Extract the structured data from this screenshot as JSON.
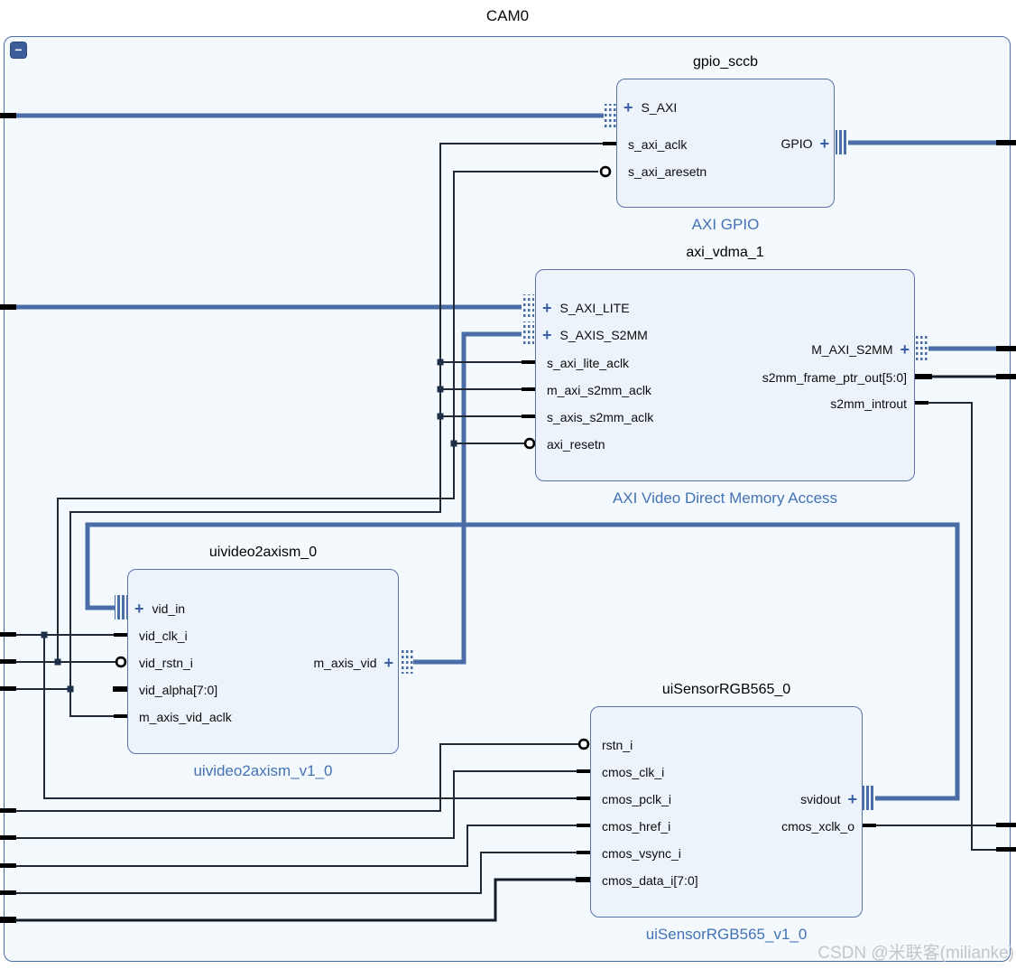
{
  "page": {
    "title": "CAM0",
    "watermark": "CSDN @米联客(milianke)"
  },
  "icons": {
    "expand": "+",
    "collapse": "−"
  },
  "colors": {
    "interface_wire": "#4a6da8",
    "scalar_wire": "#1f2a36",
    "bus_wire": "#141e2a",
    "container_fill": "#f4f9fd",
    "container_border": "#4a6fa5",
    "block_fill": "#edf3fb",
    "block_border": "#5b74a8",
    "type_label_text": "#4472b4"
  },
  "blocks": {
    "gpio_sccb": {
      "instance": "gpio_sccb",
      "type_label": "AXI GPIO",
      "left_ports": [
        {
          "label": "S_AXI",
          "kind": "interface"
        },
        {
          "label": "s_axi_aclk",
          "kind": "pin"
        },
        {
          "label": "s_axi_aresetn",
          "kind": "pin-active-low"
        }
      ],
      "right_ports": [
        {
          "label": "GPIO",
          "kind": "interface"
        }
      ]
    },
    "axi_vdma_1": {
      "instance": "axi_vdma_1",
      "type_label": "AXI Video Direct Memory Access",
      "left_ports": [
        {
          "label": "S_AXI_LITE",
          "kind": "interface"
        },
        {
          "label": "S_AXIS_S2MM",
          "kind": "interface"
        },
        {
          "label": "s_axi_lite_aclk",
          "kind": "pin"
        },
        {
          "label": "m_axi_s2mm_aclk",
          "kind": "pin"
        },
        {
          "label": "s_axis_s2mm_aclk",
          "kind": "pin"
        },
        {
          "label": "axi_resetn",
          "kind": "pin-active-low"
        }
      ],
      "right_ports": [
        {
          "label": "M_AXI_S2MM",
          "kind": "interface"
        },
        {
          "label": "s2mm_frame_ptr_out[5:0]",
          "kind": "bus"
        },
        {
          "label": "s2mm_introut",
          "kind": "pin"
        }
      ]
    },
    "uivideo2axism_0": {
      "instance": "uivideo2axism_0",
      "type_label": "uivideo2axism_v1_0",
      "left_ports": [
        {
          "label": "vid_in",
          "kind": "interface"
        },
        {
          "label": "vid_clk_i",
          "kind": "pin"
        },
        {
          "label": "vid_rstn_i",
          "kind": "pin-active-low"
        },
        {
          "label": "vid_alpha[7:0]",
          "kind": "bus"
        },
        {
          "label": "m_axis_vid_aclk",
          "kind": "pin"
        }
      ],
      "right_ports": [
        {
          "label": "m_axis_vid",
          "kind": "interface"
        }
      ]
    },
    "uiSensorRGB565_0": {
      "instance": "uiSensorRGB565_0",
      "type_label": "uiSensorRGB565_v1_0",
      "left_ports": [
        {
          "label": "rstn_i",
          "kind": "pin-active-low"
        },
        {
          "label": "cmos_clk_i",
          "kind": "pin"
        },
        {
          "label": "cmos_pclk_i",
          "kind": "pin"
        },
        {
          "label": "cmos_href_i",
          "kind": "pin"
        },
        {
          "label": "cmos_vsync_i",
          "kind": "pin"
        },
        {
          "label": "cmos_data_i[7:0]",
          "kind": "bus"
        }
      ],
      "right_ports": [
        {
          "label": "svidout",
          "kind": "interface"
        },
        {
          "label": "cmos_xclk_o",
          "kind": "pin"
        }
      ]
    }
  }
}
